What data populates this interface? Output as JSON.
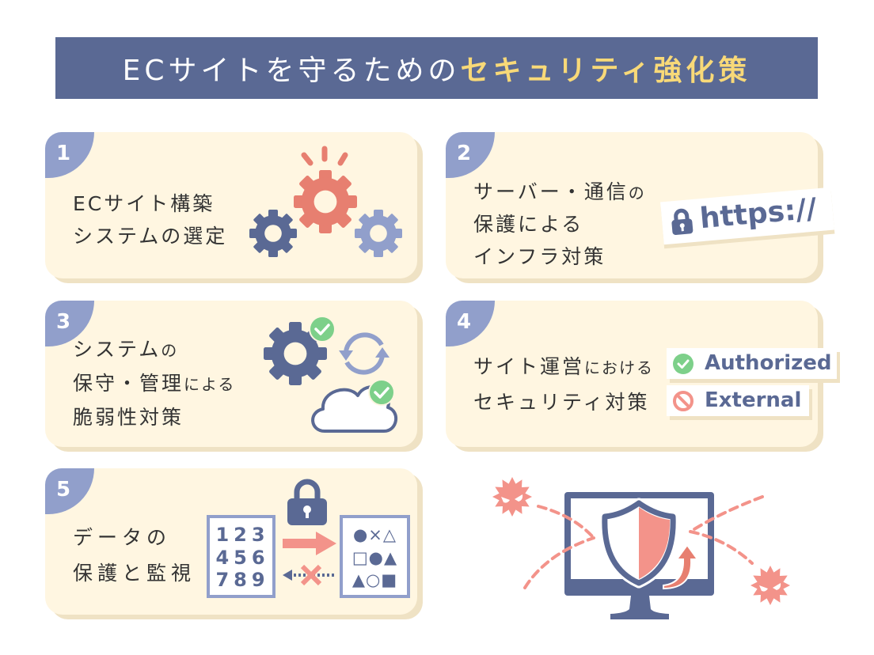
{
  "header": {
    "title_prefix": "ECサイトを守るための",
    "title_highlight": "セキュリティ強化策"
  },
  "colors": {
    "header_bg": "#5a6994",
    "highlight_yellow": "#f8d978",
    "card_bg": "#fff6e1",
    "card_shadow": "#efe2c4",
    "number_tab": "#919fcb",
    "text": "#333333",
    "navy": "#5a6994",
    "light_blue": "#919fcb",
    "coral": "#e77f70",
    "pink": "#f3938a",
    "green": "#7dd08a"
  },
  "cards": [
    {
      "number": "1",
      "lines": [
        {
          "main": "ECサイト構築",
          "small": ""
        },
        {
          "main": "システムの選定",
          "small": ""
        }
      ],
      "icons": [
        "gear-coral-icon",
        "gear-navy-icon",
        "gear-lightblue-icon",
        "spark-rays-icon"
      ]
    },
    {
      "number": "2",
      "lines": [
        {
          "main": "サーバー・通信",
          "small": "の"
        },
        {
          "main": "保護による",
          "small": ""
        },
        {
          "main": "インフラ対策",
          "small": ""
        }
      ],
      "badge": {
        "icon": "padlock-icon",
        "text": "https://"
      }
    },
    {
      "number": "3",
      "lines": [
        {
          "main": "システム",
          "small": "の"
        },
        {
          "main": "保守・管理",
          "small": "による"
        },
        {
          "main": "脆弱性対策",
          "small": ""
        }
      ],
      "icons": [
        "gear-check-icon",
        "sync-arrows-icon",
        "cloud-check-icon"
      ]
    },
    {
      "number": "4",
      "lines": [
        {
          "main": "サイト運営",
          "small": "における"
        },
        {
          "main": "セキュリティ対策",
          "small": ""
        }
      ],
      "access": [
        {
          "icon": "check-circle-icon",
          "label": "Authorized",
          "color": "#7dd08a"
        },
        {
          "icon": "prohibited-icon",
          "label": "External",
          "color": "#f3938a"
        }
      ]
    },
    {
      "number": "5",
      "lines": [
        {
          "main": "データの",
          "small": ""
        },
        {
          "main": "保護と監視",
          "small": ""
        }
      ],
      "plain_data": [
        "123",
        "456",
        "789"
      ],
      "encrypted_data": [
        "●×△",
        "□●▲",
        "▲○■"
      ],
      "icons": [
        "padlock-icon",
        "encrypt-arrow-icon",
        "blocked-decrypt-arrow-icon"
      ]
    }
  ],
  "illustration": {
    "icons": [
      "monitor-icon",
      "shield-icon",
      "deflect-arrow-icon",
      "virus-icon",
      "virus-icon",
      "attack-path-lines"
    ]
  }
}
